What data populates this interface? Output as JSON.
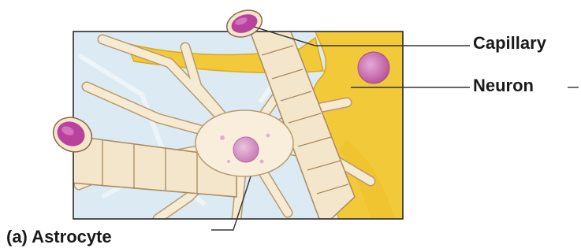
{
  "figure": {
    "labels": {
      "capillary": "Capillary",
      "neuron": "Neuron",
      "astrocyte": "(a) Astrocyte"
    },
    "colors": {
      "background": "#dcebf3",
      "astrocyte": "#f6ead2",
      "astrocyte_outline": "#b89a70",
      "neuron": "#f2c938",
      "capillary_cap": "#b8429e",
      "nucleus": "#d79bc8",
      "leader_line": "#333333"
    }
  }
}
